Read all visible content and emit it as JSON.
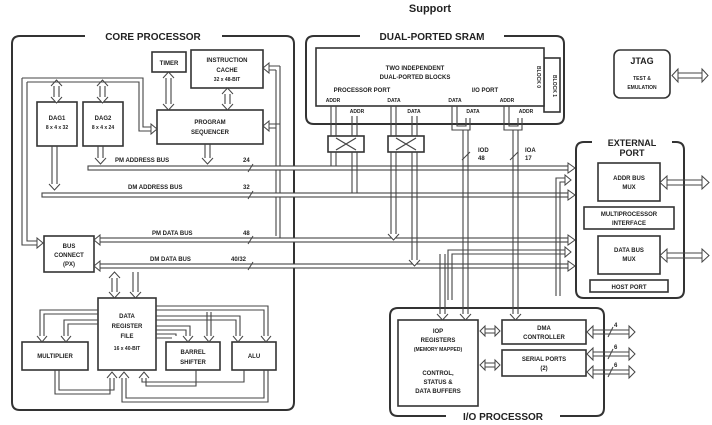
{
  "title": "Support",
  "core_processor": {
    "label": "CORE PROCESSOR",
    "timer": "TIMER",
    "instruction_cache": {
      "line1": "INSTRUCTION",
      "line2": "CACHE",
      "line3": "32 x 48-BIT"
    },
    "dag1": {
      "name": "DAG1",
      "spec": "8 x 4 x 32"
    },
    "dag2": {
      "name": "DAG2",
      "spec": "8 x 4 x 24"
    },
    "program_sequencer": {
      "line1": "PROGRAM",
      "line2": "SEQUENCER"
    },
    "bus_connect": {
      "line1": "BUS",
      "line2": "CONNECT",
      "line3": "(PX)"
    },
    "data_register_file": {
      "line1": "DATA",
      "line2": "REGISTER",
      "line3": "FILE",
      "line4": "16 x 40-BIT"
    },
    "multiplier": "MULTIPLIER",
    "barrel_shifter": {
      "line1": "BARREL",
      "line2": "SHIFTER"
    },
    "alu": "ALU"
  },
  "buses": {
    "pm_address": {
      "label": "PM ADDRESS BUS",
      "width": "24"
    },
    "dm_address": {
      "label": "DM ADDRESS BUS",
      "width": "32"
    },
    "pm_data": {
      "label": "PM DATA BUS",
      "width": "48"
    },
    "dm_data": {
      "label": "DM DATA BUS",
      "width": "40/32"
    },
    "iod": {
      "label": "IOD",
      "width": "48"
    },
    "ioa": {
      "label": "IOA",
      "width": "17"
    }
  },
  "sram": {
    "label": "DUAL-PORTED SRAM",
    "line1": "TWO INDEPENDENT",
    "line2": "DUAL-PORTED BLOCKS",
    "block0": "BLOCK 0",
    "block1": "BLOCK 1",
    "processor_port": "PROCESSOR PORT",
    "io_port": "I/O PORT",
    "pp_addr": "ADDR",
    "pp_data": "DATA",
    "io_data": "DATA",
    "io_addr": "ADDR",
    "pp_addr2": "ADDR",
    "pp_data2": "DATA",
    "io_data2": "DATA",
    "io_addr2": "ADDR"
  },
  "jtag": {
    "title": "JTAG",
    "line1": "TEST &",
    "line2": "EMULATION"
  },
  "external_port": {
    "label_line1": "EXTERNAL",
    "label_line2": "PORT",
    "addr_bus_mux": {
      "line1": "ADDR BUS",
      "line2": "MUX"
    },
    "multiprocessor": {
      "line1": "MULTIPROCESSOR",
      "line2": "INTERFACE"
    },
    "data_bus_mux": {
      "line1": "DATA BUS",
      "line2": "MUX"
    },
    "host_port": "HOST PORT"
  },
  "io_processor": {
    "label": "I/O PROCESSOR",
    "iop_registers": {
      "line1": "IOP",
      "line2": "REGISTERS",
      "line3": "(MEMORY MAPPED)",
      "line4": "CONTROL,",
      "line5": "STATUS &",
      "line6": "DATA BUFFERS"
    },
    "dma_controller": {
      "line1": "DMA",
      "line2": "CONTROLLER"
    },
    "serial_ports": {
      "line1": "SERIAL PORTS",
      "line2": "(2)"
    },
    "dma_width": "4",
    "serial_width1": "6",
    "serial_width2": "6"
  }
}
